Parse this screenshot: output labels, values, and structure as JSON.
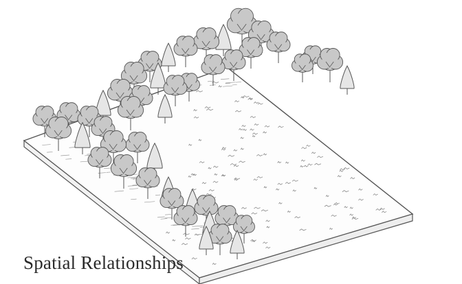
{
  "caption": "Spatial Relationships",
  "colors": {
    "outline": "#555555",
    "canopy_fill": "#c8c8c8",
    "canopy_fill_light": "#e6e6e6",
    "slab_top": "#fdfdfd",
    "slab_side": "#f2f2f2",
    "grass_mark": "#8a8a8a",
    "caption_text": "#2a2a2a"
  },
  "scene": {
    "ground": "isometric grass slab",
    "vegetation": "deciduous and conifer trees forming an L-shaped edge around an open meadow"
  }
}
